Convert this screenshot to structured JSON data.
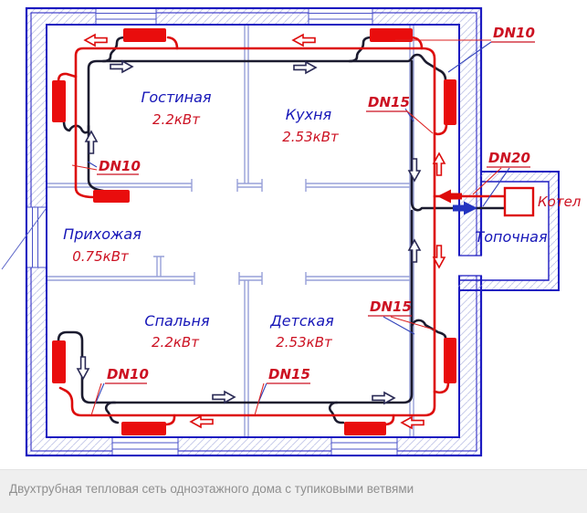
{
  "caption": {
    "text": "Двухтрубная тепловая сеть одноэтажного дома с тупиковыми ветвями"
  },
  "rooms": {
    "living": {
      "label": "Гостиная",
      "power": "2.2кВт"
    },
    "kitchen": {
      "label": "Кухня",
      "power": "2.53кВт"
    },
    "hall": {
      "label": "Прихожая",
      "power": "0.75кВт"
    },
    "bedroom": {
      "label": "Спальня",
      "power": "2.2кВт"
    },
    "nursery": {
      "label": "Детская",
      "power": "2.53кВт"
    },
    "boiler_room": {
      "label": "Топочная"
    }
  },
  "equipment": {
    "boiler_label": "Котел"
  },
  "pipe_labels": {
    "dn10_top": "DN10",
    "dn15_top": "DN15",
    "dn20": "DN20",
    "dn10_left": "DN10",
    "dn10_bottom": "DN10",
    "dn15_bottom": "DN15",
    "dn15_right": "DN15"
  },
  "colors": {
    "supply_pipe": "#dd0b0b",
    "return_pipe": "#1b1b2f",
    "wall": "#1c1ac1",
    "partition": "#97a0d8",
    "room_text": "#1717b8",
    "label_text": "#cc1122",
    "radiator": "#e90d0d",
    "return_arrow": "#2233c0",
    "caption_bg": "#efefef",
    "caption_text": "#8f8f8f"
  }
}
